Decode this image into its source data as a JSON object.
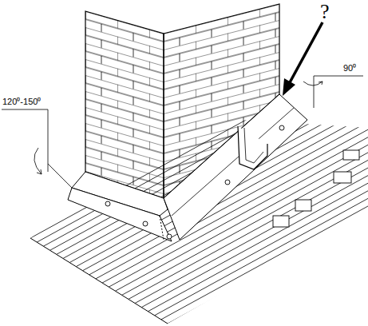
{
  "diagram": {
    "labels": [
      "120⁰-150⁰",
      "90⁰",
      "?"
    ]
  }
}
